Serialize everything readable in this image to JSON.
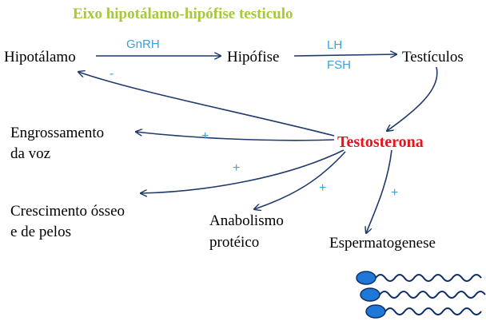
{
  "colors": {
    "title": "#a6c83a",
    "hub": "#e8141b",
    "arrow": "#1f3a6b",
    "annotation": "#3aa0e0",
    "sperm_head": "#1f78d8",
    "sperm_outline": "#0d2f66",
    "text": "#000000"
  },
  "title": "Eixo hipotálamo-hipófise testiculo",
  "nodes": {
    "hypothalamus": "Hipotálamo",
    "pituitary": "Hipófise",
    "testicles": "Testículos",
    "testosterone": "Testosterona",
    "voice": [
      "Engrossamento",
      "da voz"
    ],
    "bone": [
      "Crescimento ósseo",
      "e de pelos"
    ],
    "anabolism": [
      "Anabolismo",
      "protéico"
    ],
    "spermatogenesis": "Espermatogenese"
  },
  "edge_labels": {
    "gnrh": "GnRH",
    "lh": "LH",
    "fsh": "FSH",
    "feedback_sign": "-",
    "voice_sign": "+",
    "bone_sign": "+",
    "anabolism_sign": "+",
    "spermatogenesis_sign": "+"
  }
}
